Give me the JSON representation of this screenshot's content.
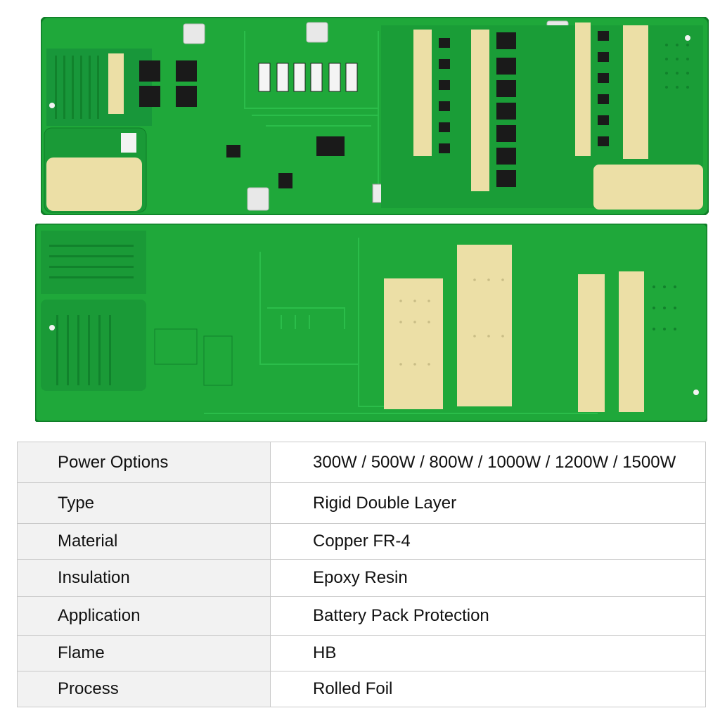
{
  "specs": {
    "rows": [
      {
        "label": "Power Options",
        "value": "300W / 500W / 800W / 1000W / 1200W / 1500W"
      },
      {
        "label": "Type",
        "value": "Rigid Double Layer"
      },
      {
        "label": "Material",
        "value": "Copper FR-4"
      },
      {
        "label": "Insulation",
        "value": "Epoxy Resin"
      },
      {
        "label": "Application",
        "value": "Battery Pack Protection"
      },
      {
        "label": "Flame",
        "value": "HB"
      },
      {
        "label": "Process",
        "value": "Rolled Foil"
      }
    ]
  },
  "colors": {
    "pcb_green": "#1fa83a",
    "pcb_dark": "#128a2c",
    "pad_gold": "#ecdfa6",
    "component_black": "#1a1a1a",
    "row_label_bg": "#f2f2f2",
    "border": "#c9c9c9"
  }
}
